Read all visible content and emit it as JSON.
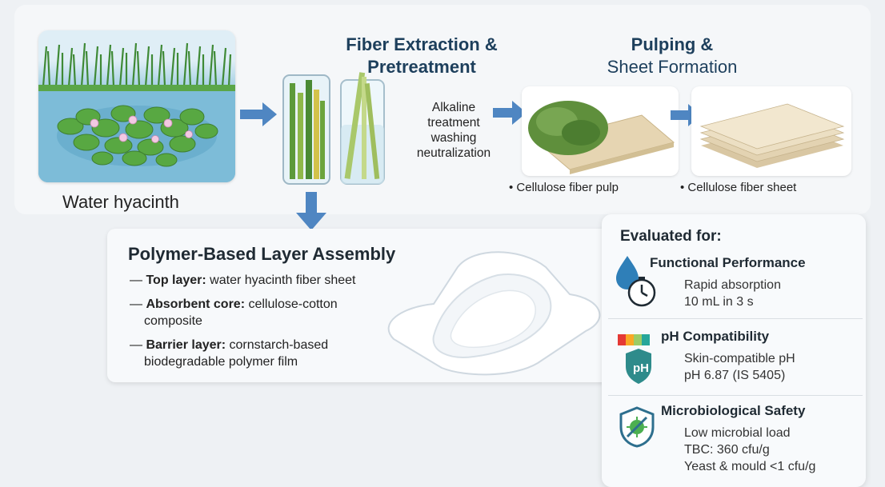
{
  "stages": {
    "hyacinth": {
      "caption": "Water hyacinth"
    },
    "fiber": {
      "title_line1": "Fiber Extraction &",
      "title_line2": "Pretreatment"
    },
    "treatment": {
      "line1": "Alkaline",
      "line2": "treatment",
      "line3": "washing",
      "line4": "neutralization"
    },
    "pulping": {
      "title_line1": "Pulping &",
      "title_line2": "Sheet Formation"
    },
    "pulp_caption": "• Cellulose fiber pulp",
    "sheet_caption": "• Cellulose fiber sheet"
  },
  "assembly": {
    "title": "Polymer-Based Layer Assembly",
    "layers": [
      {
        "dash": "—",
        "label": "Top layer:",
        "text": " water hyacinth fiber sheet"
      },
      {
        "dash": "—",
        "label": "Absorbent core:",
        "text": " cellulose-cotton",
        "text2": "composite"
      },
      {
        "dash": "—",
        "label": "Barrier layer:",
        "text": " cornstarch-based",
        "text2": "biodegradable polymer film"
      }
    ]
  },
  "evaluation": {
    "title": "Evaluated for:",
    "items": [
      {
        "heading": "Functional Performance",
        "lines": [
          "Rapid absorption",
          "10 mL in 3 s"
        ],
        "icon": "water-drop-stopwatch-icon"
      },
      {
        "heading": "pH Compatibility",
        "lines": [
          "Skin-compatible pH",
          "pH 6.87 (IS 5405)"
        ],
        "icon": "ph-shield-icon",
        "badge": "pH"
      },
      {
        "heading": "Microbiological Safety",
        "lines": [
          "Low microbial load",
          "TBC: 360 cfu/g",
          "Yeast & mould <1 cfu/g"
        ],
        "icon": "microbe-shield-icon"
      }
    ]
  },
  "colors": {
    "arrow": "#4f86c2",
    "water": "#6fb3d2",
    "leaf": "#4e9a3c",
    "heading": "#1d3f5c"
  }
}
